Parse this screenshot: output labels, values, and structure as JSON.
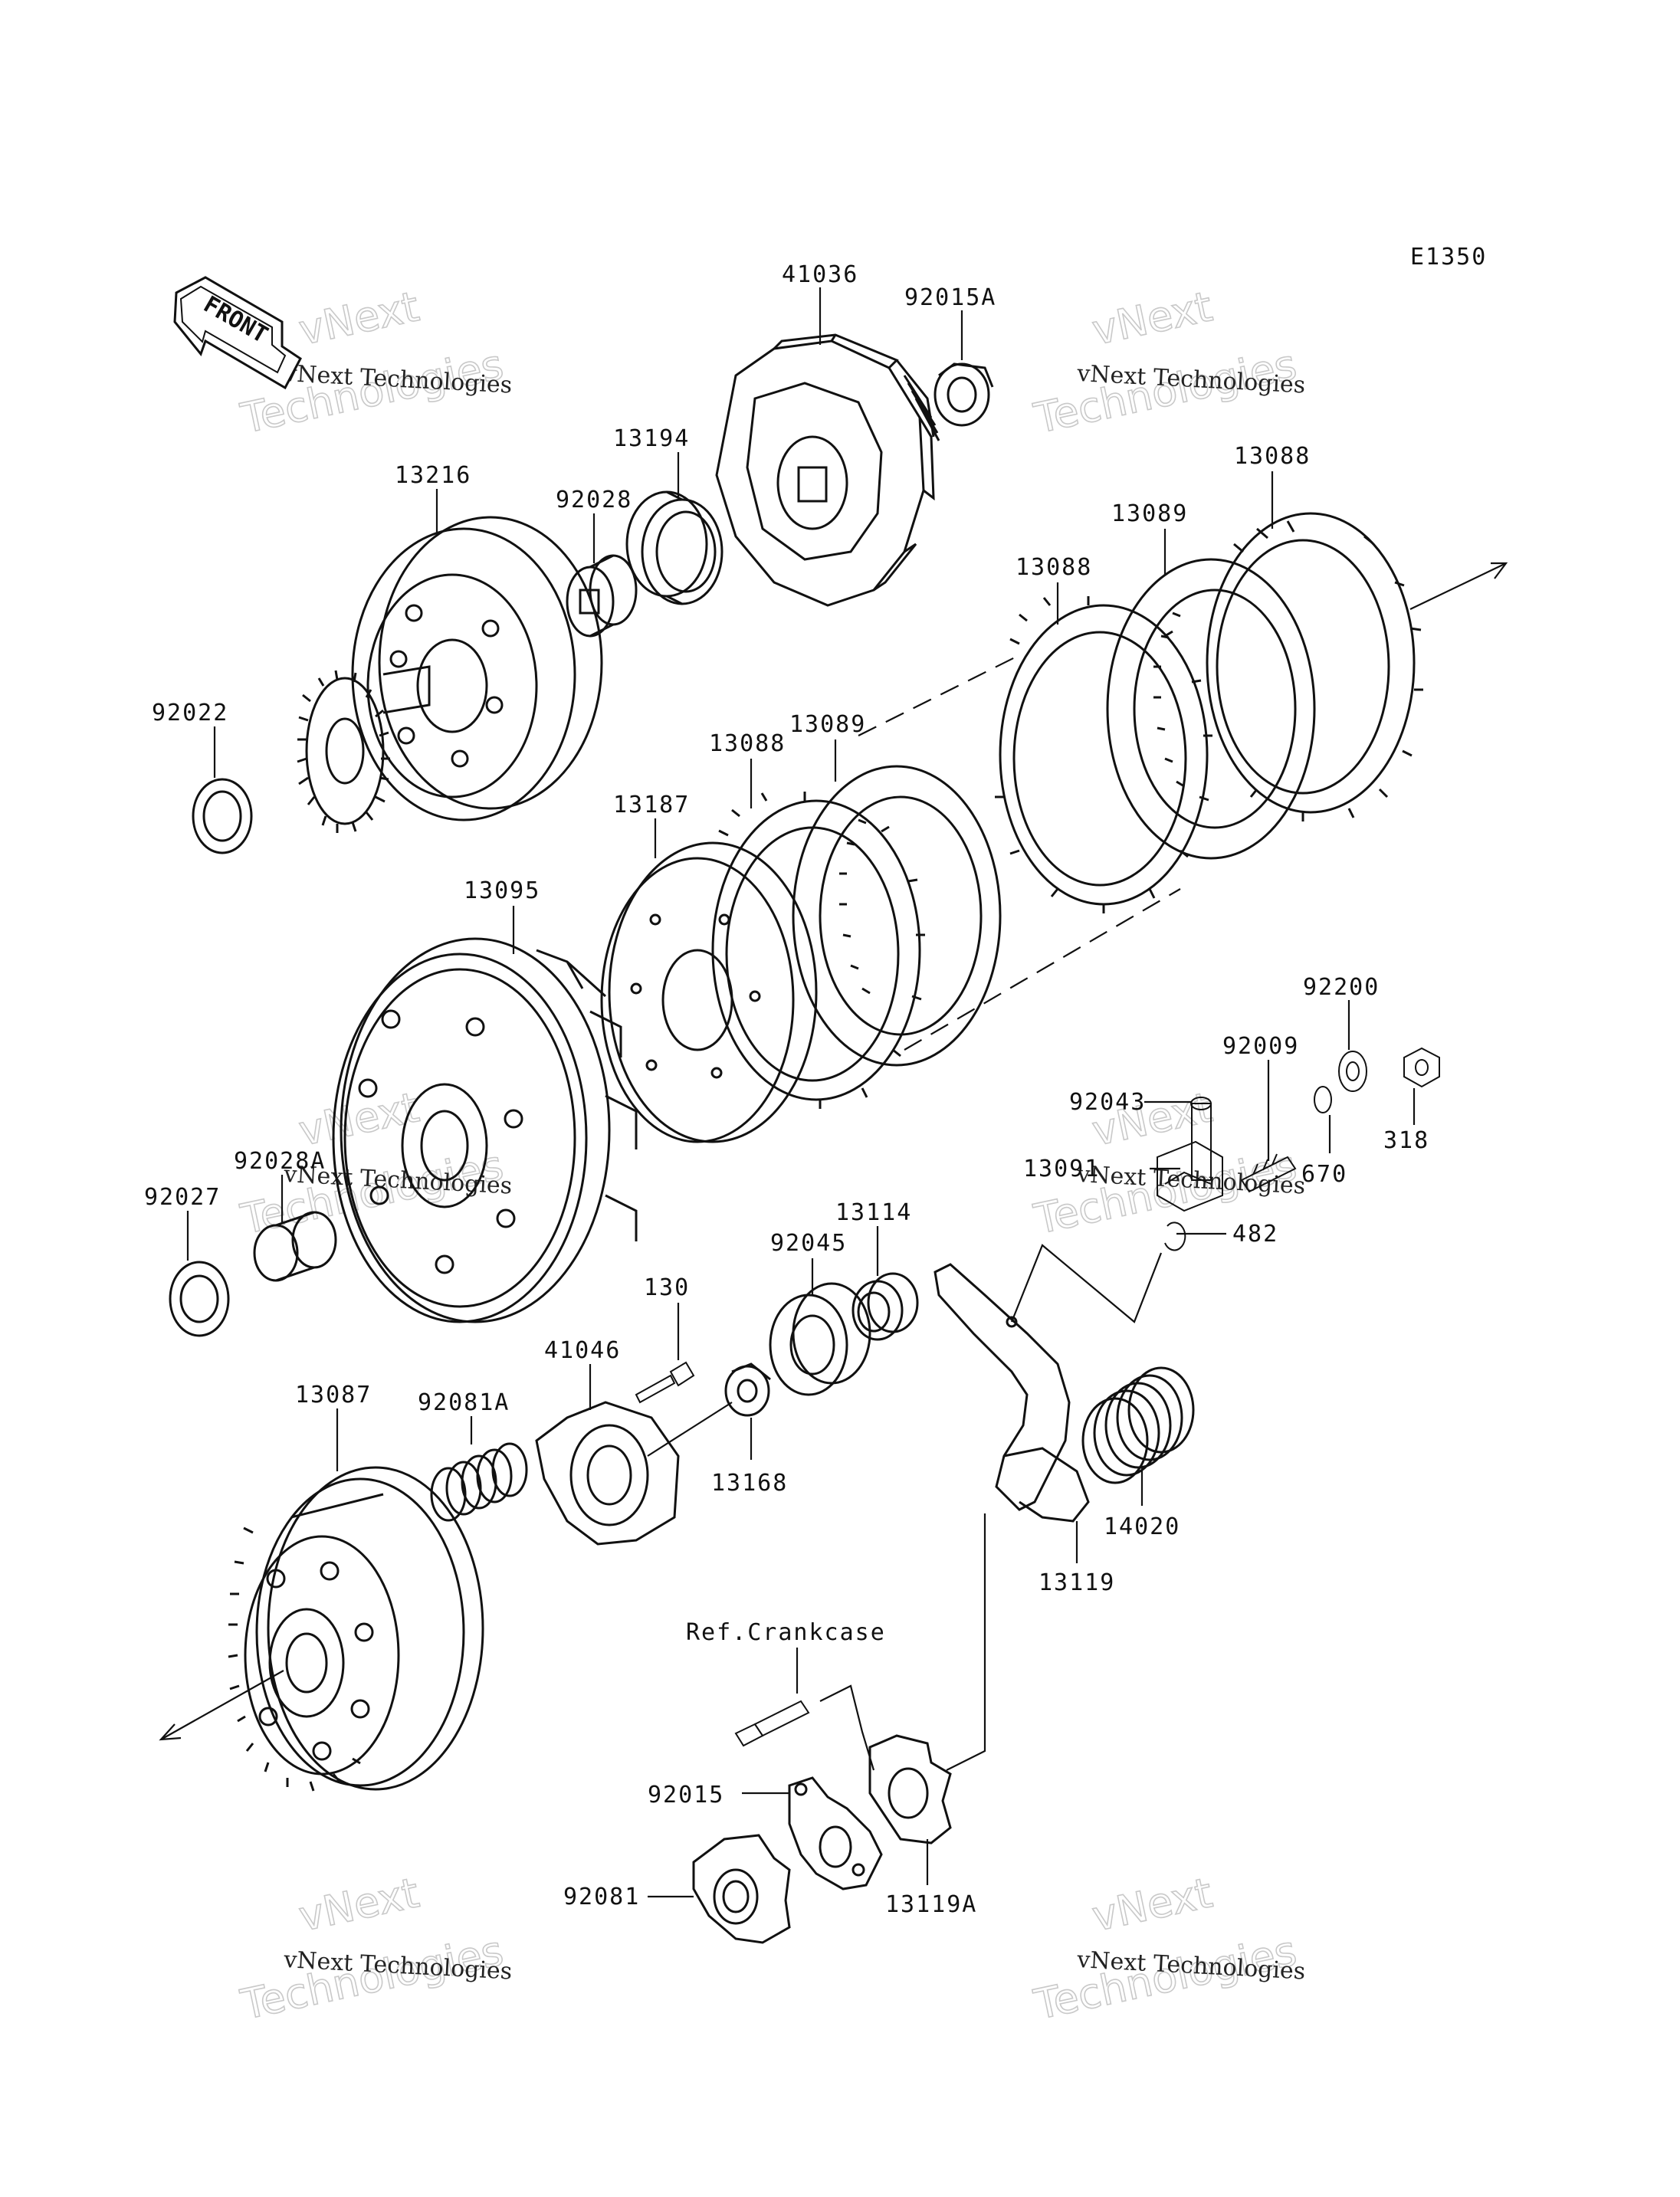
{
  "diagram": {
    "code": "E1350",
    "front_arrow_text": "FRONT",
    "reference_label": "Ref.Crankcase",
    "watermark_small": "vNext Technologies",
    "watermark_large_line1": "vNext",
    "watermark_large_line2": "Technologies",
    "part_labels": [
      {
        "id": "p41036",
        "text": "41036"
      },
      {
        "id": "p92015A",
        "text": "92015A"
      },
      {
        "id": "p13194",
        "text": "13194"
      },
      {
        "id": "p92028",
        "text": "92028"
      },
      {
        "id": "p13216",
        "text": "13216"
      },
      {
        "id": "p92022",
        "text": "92022"
      },
      {
        "id": "p13088a",
        "text": "13088"
      },
      {
        "id": "p13089a",
        "text": "13089"
      },
      {
        "id": "p13088b",
        "text": "13088"
      },
      {
        "id": "p13089b",
        "text": "13089"
      },
      {
        "id": "p13088c",
        "text": "13088"
      },
      {
        "id": "p13187",
        "text": "13187"
      },
      {
        "id": "p13095",
        "text": "13095"
      },
      {
        "id": "p92200",
        "text": "92200"
      },
      {
        "id": "p92009",
        "text": "92009"
      },
      {
        "id": "p92043",
        "text": "92043"
      },
      {
        "id": "p318",
        "text": "318"
      },
      {
        "id": "p670",
        "text": "670"
      },
      {
        "id": "p13091",
        "text": "13091"
      },
      {
        "id": "p482",
        "text": "482"
      },
      {
        "id": "p92028A",
        "text": "92028A"
      },
      {
        "id": "p92027",
        "text": "92027"
      },
      {
        "id": "p13114",
        "text": "13114"
      },
      {
        "id": "p92045",
        "text": "92045"
      },
      {
        "id": "p130",
        "text": "130"
      },
      {
        "id": "p41046",
        "text": "41046"
      },
      {
        "id": "p13087",
        "text": "13087"
      },
      {
        "id": "p92081A",
        "text": "92081A"
      },
      {
        "id": "p92015",
        "text": "92015"
      },
      {
        "id": "p92081",
        "text": "92081"
      },
      {
        "id": "p13168",
        "text": "13168"
      },
      {
        "id": "p14020",
        "text": "14020"
      },
      {
        "id": "p13119",
        "text": "13119"
      },
      {
        "id": "p13119A",
        "text": "13119A"
      }
    ]
  }
}
